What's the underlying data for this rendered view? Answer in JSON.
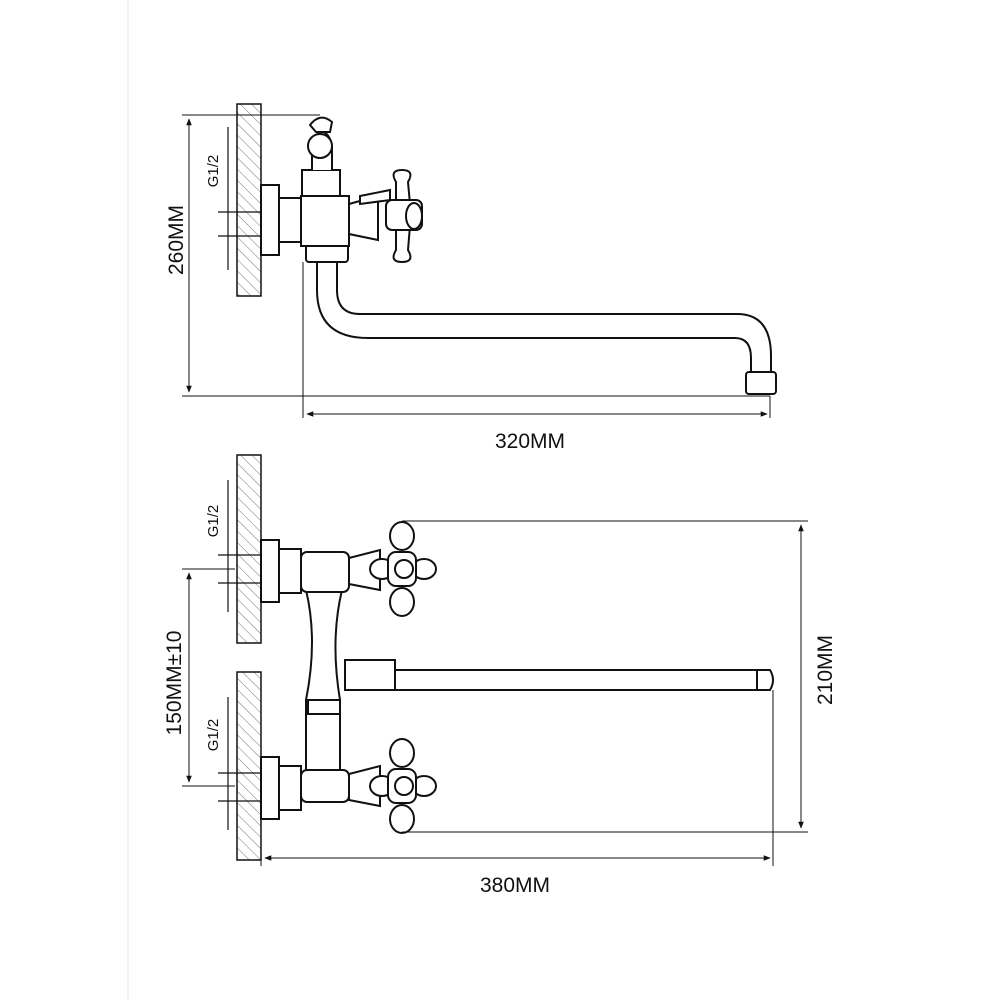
{
  "side_view": {
    "thread_label": "G1/2",
    "height_label": "260MM",
    "width_label": "320MM"
  },
  "front_view": {
    "thread_label_top": "G1/2",
    "thread_label_bottom": "G1/2",
    "center_distance_label": "150MM±10",
    "height_label": "210MM",
    "width_label": "380MM"
  }
}
